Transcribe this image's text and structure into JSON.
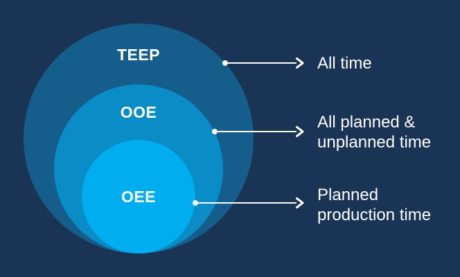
{
  "figure": {
    "type": "nested-circles-diagram",
    "background_color": "#193455",
    "text_color": "#ffffff",
    "rings": [
      {
        "label": "TEEP",
        "color": "#155e8c",
        "callout": {
          "lines": [
            "All time"
          ]
        }
      },
      {
        "label": "OOE",
        "color": "#0a8cc7",
        "callout": {
          "lines": [
            "All planned &",
            "unplanned time"
          ]
        }
      },
      {
        "label": "OEE",
        "color": "#00aeef",
        "callout": {
          "lines": [
            "Planned",
            "production time"
          ]
        }
      }
    ]
  }
}
